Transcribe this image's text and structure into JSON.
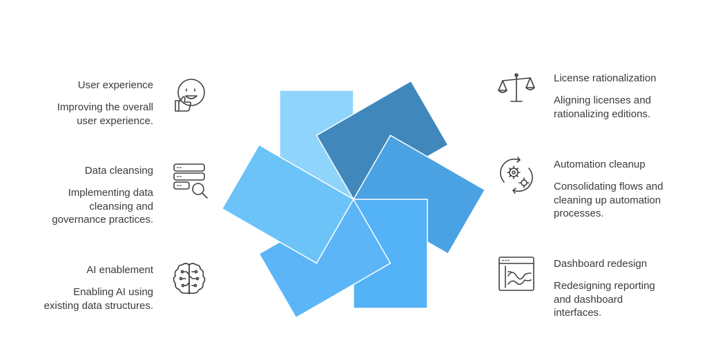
{
  "items": [
    {
      "title": "User experience",
      "description_lines": [
        "Improving the overall",
        "user experience."
      ],
      "icon": "thumbs-up-smiley-icon",
      "color": "#8fd4fa"
    },
    {
      "title": "License rationalization",
      "description_lines": [
        "Aligning licenses and",
        "rationalizing editions."
      ],
      "icon": "balance-scale-icon",
      "color": "#4088bb"
    },
    {
      "title": "Automation cleanup",
      "description_lines": [
        "Consolidating flows and",
        "cleaning up automation",
        "processes."
      ],
      "icon": "gears-refresh-icon",
      "color": "#4aa2e2"
    },
    {
      "title": "Dashboard redesign",
      "description_lines": [
        "Redesigning reporting",
        "and dashboard",
        "interfaces."
      ],
      "icon": "dashboard-chart-icon",
      "color": "#54b2f6"
    },
    {
      "title": "AI enablement",
      "description_lines": [
        "Enabling AI using",
        "existing data structures."
      ],
      "icon": "ai-brain-icon",
      "color": "#5cb5f7"
    },
    {
      "title": "Data cleansing",
      "description_lines": [
        "Implementing data",
        "cleansing and",
        "governance practices."
      ],
      "icon": "database-search-icon",
      "color": "#6bc3f8"
    }
  ]
}
